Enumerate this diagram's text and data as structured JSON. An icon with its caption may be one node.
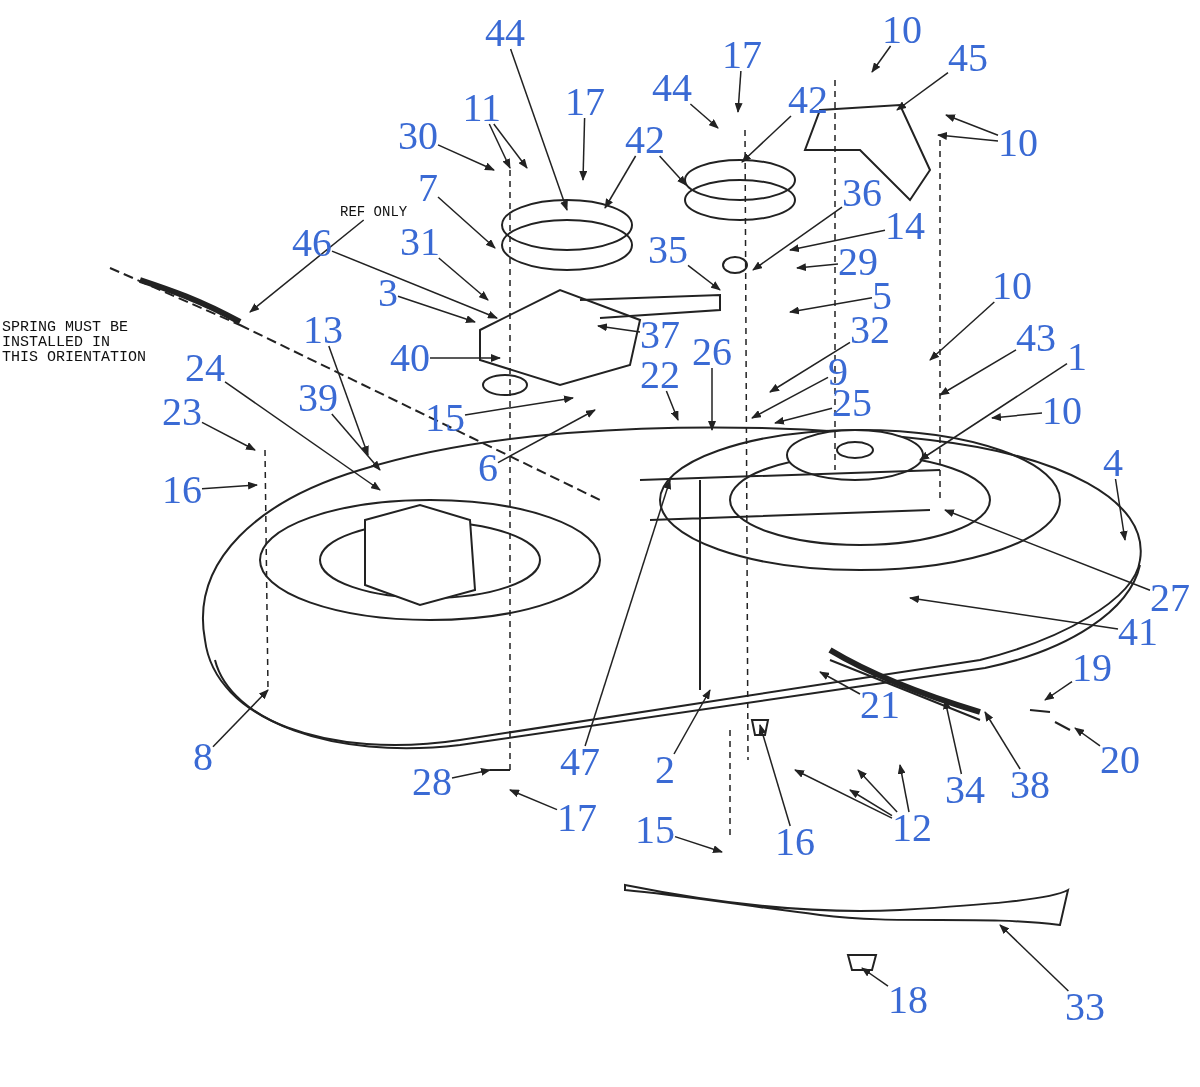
{
  "diagram": {
    "nodes": [
      {
        "text": [
          "REF ONLY"
        ]
      },
      {
        "text": [
          "44"
        ]
      },
      {
        "text": [
          "17"
        ]
      },
      {
        "text": [
          "30"
        ]
      },
      {
        "text": [
          "11"
        ]
      },
      {
        "text": [
          "7"
        ]
      },
      {
        "text": [
          "31"
        ]
      },
      {
        "text": [
          "46"
        ]
      },
      {
        "text": [
          "3"
        ]
      },
      {
        "text": [
          "13"
        ]
      },
      {
        "text": [
          "40"
        ]
      },
      {
        "text": [
          "15"
        ]
      },
      {
        "text": [
          "24"
        ]
      },
      {
        "text": [
          "39"
        ]
      },
      {
        "text": [
          "23"
        ]
      },
      {
        "text": [
          "16"
        ]
      },
      {
        "text": [
          "6"
        ]
      },
      {
        "text": [
          "42"
        ]
      },
      {
        "text": [
          "44"
        ]
      },
      {
        "text": [
          "17"
        ]
      },
      {
        "text": [
          "42"
        ]
      },
      {
        "text": [
          "10"
        ]
      },
      {
        "text": [
          "45"
        ]
      },
      {
        "text": [
          "10"
        ]
      },
      {
        "text": [
          "36"
        ]
      },
      {
        "text": [
          "35"
        ]
      },
      {
        "text": [
          "14"
        ]
      },
      {
        "text": [
          "29"
        ]
      },
      {
        "text": [
          "5"
        ]
      },
      {
        "text": [
          "37"
        ]
      },
      {
        "text": [
          "26"
        ]
      },
      {
        "text": [
          "32"
        ]
      },
      {
        "text": [
          "22"
        ]
      },
      {
        "text": [
          "9"
        ]
      },
      {
        "text": [
          "25"
        ]
      },
      {
        "text": [
          "10"
        ]
      },
      {
        "text": [
          "43"
        ]
      },
      {
        "text": [
          "1"
        ]
      },
      {
        "text": [
          "10"
        ]
      },
      {
        "text": [
          "4"
        ]
      },
      {
        "text": [
          "27"
        ]
      },
      {
        "text": [
          "41"
        ]
      },
      {
        "text": [
          "47"
        ]
      },
      {
        "text": [
          "2"
        ]
      },
      {
        "text": [
          "21"
        ]
      },
      {
        "text": [
          "34"
        ]
      },
      {
        "text": [
          "38"
        ]
      },
      {
        "text": [
          "19"
        ]
      },
      {
        "text": [
          "20"
        ]
      },
      {
        "text": [
          "8"
        ]
      },
      {
        "text": [
          "28"
        ]
      },
      {
        "text": [
          "17"
        ]
      },
      {
        "text": [
          "15"
        ]
      },
      {
        "text": [
          "16"
        ]
      },
      {
        "text": [
          "12"
        ]
      },
      {
        "text": [
          "18"
        ]
      },
      {
        "text": [
          "33"
        ]
      }
    ],
    "edges": [
      {
        "from": 0,
        "to": null,
        "arrow": "to"
      },
      {
        "from": 1,
        "to": null,
        "arrow": "to"
      },
      {
        "from": 2,
        "to": null,
        "arrow": "to"
      },
      {
        "from": 3,
        "to": null,
        "arrow": "to"
      },
      {
        "from": 4,
        "to": null,
        "arrow": "to"
      },
      {
        "from": 4,
        "to": null,
        "arrow": "to"
      },
      {
        "from": 5,
        "to": null,
        "arrow": "to"
      },
      {
        "from": 6,
        "to": null,
        "arrow": "to"
      },
      {
        "from": 7,
        "to": null,
        "arrow": "to"
      },
      {
        "from": 8,
        "to": null,
        "arrow": "to"
      },
      {
        "from": 9,
        "to": null,
        "arrow": "to"
      },
      {
        "from": 10,
        "to": null,
        "arrow": "to"
      },
      {
        "from": 11,
        "to": null,
        "arrow": "to"
      },
      {
        "from": 12,
        "to": null,
        "arrow": "to"
      },
      {
        "from": 13,
        "to": null,
        "arrow": "to"
      },
      {
        "from": 14,
        "to": null,
        "arrow": "to"
      },
      {
        "from": 15,
        "to": null,
        "arrow": "to"
      },
      {
        "from": 16,
        "to": null,
        "arrow": "to"
      },
      {
        "from": 17,
        "to": null,
        "arrow": "to"
      },
      {
        "from": 17,
        "to": null,
        "arrow": "to"
      },
      {
        "from": 18,
        "to": null,
        "arrow": "to"
      },
      {
        "from": 19,
        "to": null,
        "arrow": "to"
      },
      {
        "from": 20,
        "to": null,
        "arrow": "to"
      },
      {
        "from": 21,
        "to": null,
        "arrow": "to"
      },
      {
        "from": 22,
        "to": null,
        "arrow": "to"
      },
      {
        "from": 23,
        "to": null,
        "arrow": "to"
      },
      {
        "from": 23,
        "to": null,
        "arrow": "to"
      },
      {
        "from": 24,
        "to": null,
        "arrow": "to"
      },
      {
        "from": 25,
        "to": null,
        "arrow": "to"
      },
      {
        "from": 26,
        "to": null,
        "arrow": "to"
      },
      {
        "from": 27,
        "to": null,
        "arrow": "to"
      },
      {
        "from": 28,
        "to": null,
        "arrow": "to"
      },
      {
        "from": 29,
        "to": null,
        "arrow": "to"
      },
      {
        "from": 30,
        "to": null,
        "arrow": "to"
      },
      {
        "from": 31,
        "to": null,
        "arrow": "to"
      },
      {
        "from": 32,
        "to": null,
        "arrow": "to"
      },
      {
        "from": 33,
        "to": null,
        "arrow": "to"
      },
      {
        "from": 34,
        "to": null,
        "arrow": "to"
      },
      {
        "from": 35,
        "to": null,
        "arrow": "to"
      },
      {
        "from": 36,
        "to": null,
        "arrow": "to"
      },
      {
        "from": 37,
        "to": null,
        "arrow": "to"
      },
      {
        "from": 38,
        "to": null,
        "arrow": "to"
      },
      {
        "from": 39,
        "to": null,
        "arrow": "to"
      },
      {
        "from": 40,
        "to": null,
        "arrow": "to"
      },
      {
        "from": 41,
        "to": null,
        "arrow": "to"
      },
      {
        "from": 42,
        "to": null,
        "arrow": "to"
      },
      {
        "from": 43,
        "to": null,
        "arrow": "to"
      },
      {
        "from": 44,
        "to": null,
        "arrow": "to"
      },
      {
        "from": 45,
        "to": null,
        "arrow": "to"
      },
      {
        "from": 46,
        "to": null,
        "arrow": "to"
      },
      {
        "from": 47,
        "to": null,
        "arrow": "to"
      },
      {
        "from": 48,
        "to": null,
        "arrow": "to"
      },
      {
        "from": 49,
        "to": null,
        "arrow": "to"
      },
      {
        "from": 50,
        "to": null,
        "arrow": "to"
      },
      {
        "from": 51,
        "to": null,
        "arrow": "to"
      },
      {
        "from": 52,
        "to": null,
        "arrow": "to"
      },
      {
        "from": 53,
        "to": null,
        "arrow": "to"
      },
      {
        "from": 54,
        "to": null,
        "arrow": "to"
      },
      {
        "from": 54,
        "to": null,
        "arrow": "to"
      },
      {
        "from": 54,
        "to": null,
        "arrow": "to"
      },
      {
        "from": 54,
        "to": null,
        "arrow": "to"
      },
      {
        "from": 55,
        "to": null,
        "arrow": "to"
      },
      {
        "from": 56,
        "to": null,
        "arrow": "to"
      }
    ],
    "labels": [
      "SPRING MUST BE INSTALLED IN THIS ORIENTATION"
    ]
  }
}
